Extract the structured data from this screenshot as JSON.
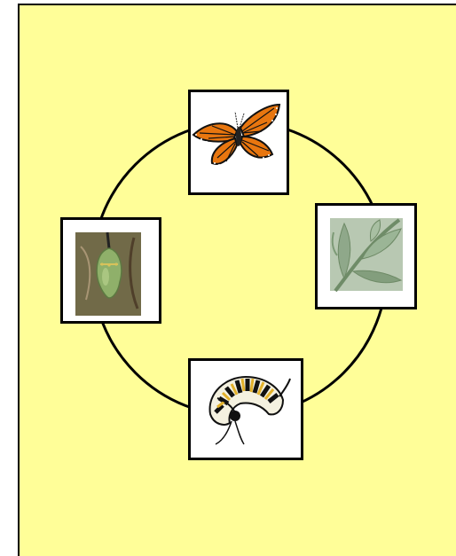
{
  "diagram": {
    "stages": [
      {
        "id": "adult",
        "icon": "monarch-butterfly-icon"
      },
      {
        "id": "plant",
        "icon": "milkweed-leaves-icon"
      },
      {
        "id": "larva",
        "icon": "caterpillar-icon"
      },
      {
        "id": "pupa",
        "icon": "chrysalis-icon"
      }
    ],
    "colors": {
      "background": "#fffe98",
      "cycle_line": "#000000",
      "butterfly_orange": "#e8760f",
      "leaf_green": "#8fa88a",
      "chrysalis_green": "#8fb06a"
    }
  }
}
